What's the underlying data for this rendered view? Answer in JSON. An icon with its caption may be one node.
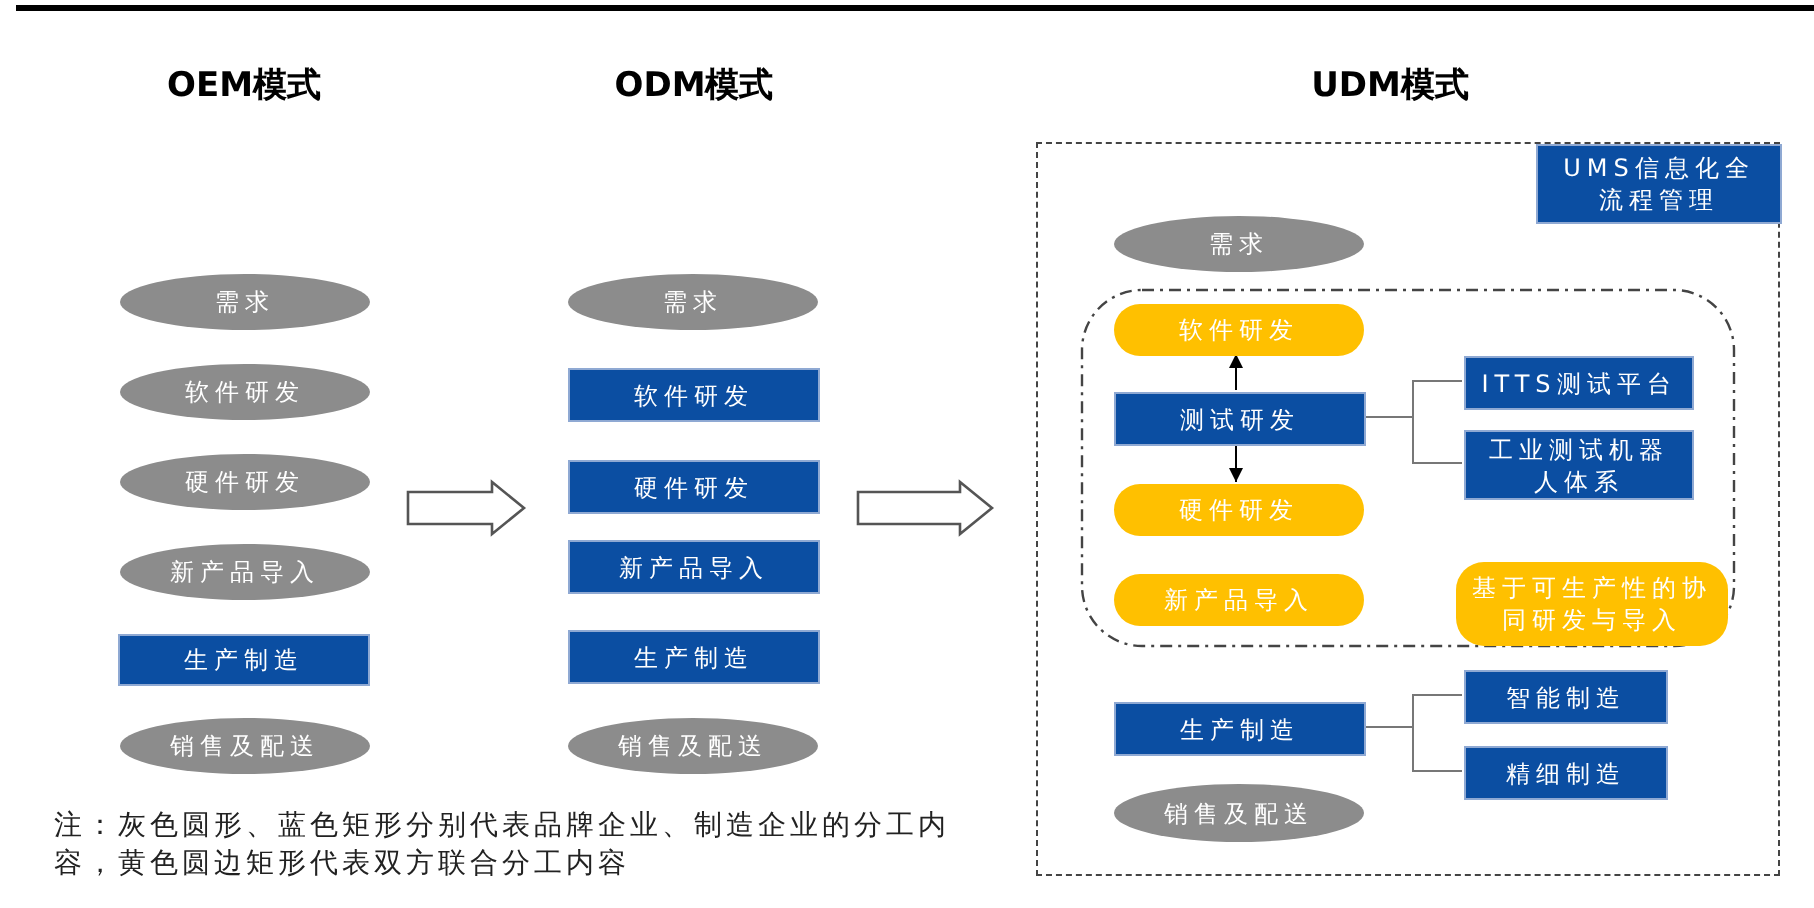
{
  "diagram": {
    "nodes": [
      {
        "text": [
          "需求"
        ]
      },
      {
        "text": [
          "软件研发"
        ]
      },
      {
        "text": [
          "硬件研发"
        ]
      },
      {
        "text": [
          "新产品导入"
        ]
      },
      {
        "text": [
          "生产制造"
        ]
      },
      {
        "text": [
          "销售及配送"
        ]
      },
      {
        "text": [
          "需求"
        ]
      },
      {
        "text": [
          "软件研发"
        ]
      },
      {
        "text": [
          "硬件研发"
        ]
      },
      {
        "text": [
          "新产品导入"
        ]
      },
      {
        "text": [
          "生产制造"
        ]
      },
      {
        "text": [
          "销售及配送"
        ]
      },
      {
        "text": [],
        "shape": "box"
      },
      {
        "text": [
          "UMS信息化全流程管理"
        ],
        "in": 12
      },
      {
        "text": [
          "需求"
        ],
        "in": 12
      },
      {
        "text": [],
        "shape": "box",
        "in": 12
      },
      {
        "text": [
          "软件研发"
        ],
        "in": 15
      },
      {
        "text": [
          "测试研发"
        ],
        "in": 15
      },
      {
        "text": [
          "ITTS测试平台"
        ],
        "in": 15
      },
      {
        "text": [
          "工业测试机器人体系"
        ],
        "in": 15
      },
      {
        "text": [
          "硬件研发"
        ],
        "in": 15
      },
      {
        "text": [
          "新产品导入"
        ],
        "in": 15
      },
      {
        "text": [
          "基于可生产性的协同研发与导入"
        ],
        "in": 15
      },
      {
        "text": [
          "生产制造"
        ],
        "in": 12
      },
      {
        "text": [
          "智能制造"
        ],
        "in": 12
      },
      {
        "text": [
          "精细制造"
        ],
        "in": 12
      },
      {
        "text": [
          "销售及配送"
        ],
        "in": 12
      }
    ],
    "edges": [
      {
        "from": 2,
        "to": 8,
        "arrow": "to",
        "style": "thick"
      },
      {
        "from": 8,
        "to": 12,
        "arrow": "to",
        "style": "thick"
      },
      {
        "from": 17,
        "to": 16,
        "arrow": "to",
        "color": "#000000"
      },
      {
        "from": 17,
        "to": 20,
        "arrow": "to",
        "color": "#000000"
      },
      {
        "from": 17,
        "to": 18,
        "arrow": "none"
      },
      {
        "from": 17,
        "to": 19,
        "arrow": "none"
      },
      {
        "from": 23,
        "to": 24,
        "arrow": "none"
      },
      {
        "from": 23,
        "to": 25,
        "arrow": "none"
      }
    ],
    "labels": [
      "OEM模式",
      "ODM模式",
      "UDM模式",
      "注：灰色圆形、蓝色矩形分别代表品牌企业、制造企业的分工内容，黄色圆边矩形代表双方联合分工内容"
    ]
  }
}
